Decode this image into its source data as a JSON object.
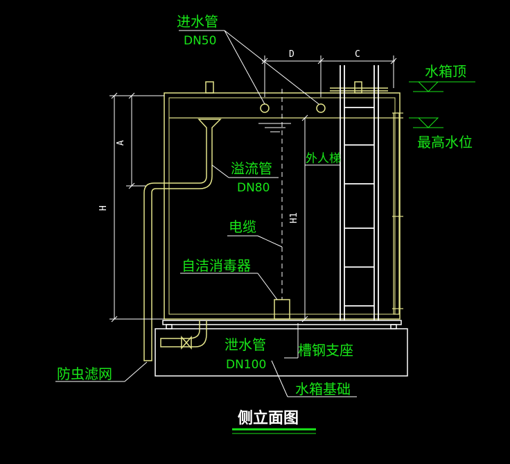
{
  "title": "侧立面图",
  "labels": {
    "inlet_pipe": "进水管",
    "inlet_dn": "DN50",
    "tank_top": "水箱顶",
    "max_water_level": "最高水位",
    "outer_ladder": "外人梯",
    "overflow_pipe": "溢流管",
    "overflow_dn": "DN80",
    "cable": "电缆",
    "disinfector": "自洁消毒器",
    "drain_pipe": "泄水管",
    "drain_dn": "DN100",
    "channel_support": "槽钢支座",
    "tank_foundation": "水箱基础",
    "insect_screen": "防虫滤网"
  },
  "dimensions": {
    "d": "D",
    "c": "C",
    "a": "A",
    "h": "H",
    "h1": "H1"
  },
  "colors": {
    "background": "#000000",
    "label": "#19e619",
    "tank_outline": "#e6e68c",
    "dimension": "#ffffff"
  }
}
